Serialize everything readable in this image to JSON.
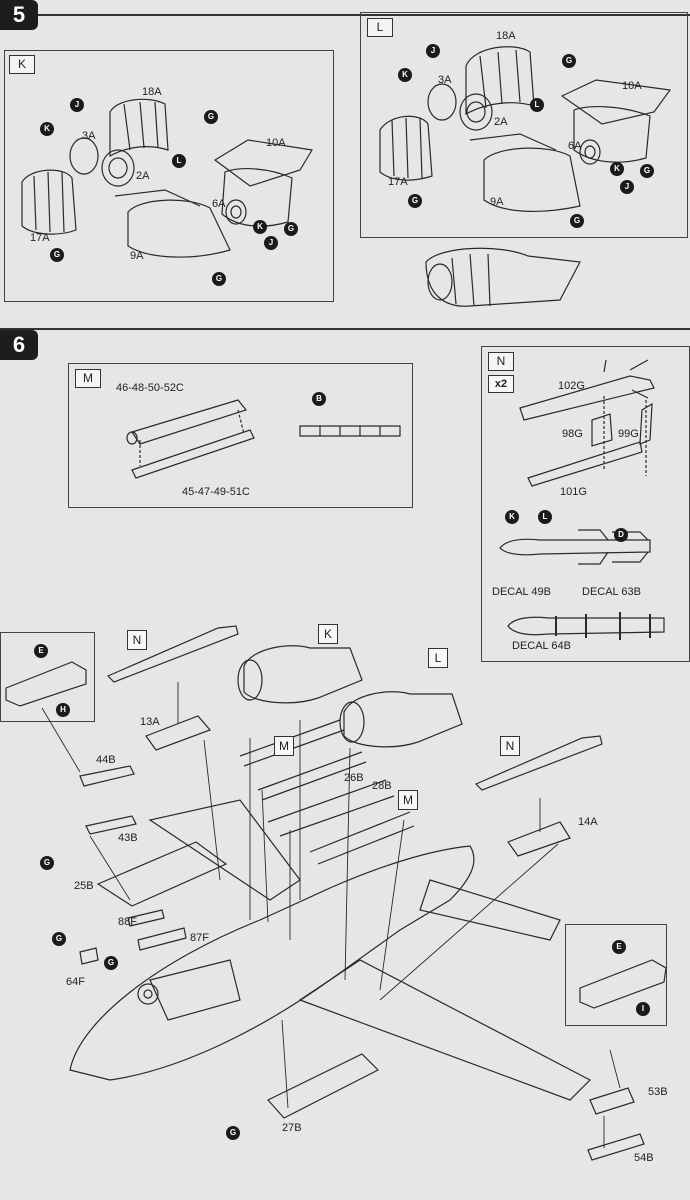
{
  "steps": {
    "step5": "5",
    "step6": "6"
  },
  "subassemblies": {
    "K": "K",
    "L": "L",
    "M": "M",
    "N": "N"
  },
  "multiplier": "x2",
  "callouts": {
    "J": "J",
    "K": "K",
    "L": "L",
    "G": "G",
    "B": "B",
    "D": "D",
    "E": "E",
    "H": "H",
    "I": "I"
  },
  "parts": {
    "p18A": "18A",
    "p3A": "3A",
    "p2A": "2A",
    "p17A": "17A",
    "p9A": "9A",
    "p10A": "10A",
    "p6A": "6A",
    "p46c": "46-48-50-52C",
    "p45c": "45-47-49-51C",
    "p102G": "102G",
    "p98G": "98G",
    "p99G": "99G",
    "p101G": "101G",
    "decal49": "DECAL 49B",
    "decal63": "DECAL 63B",
    "decal64": "DECAL 64B",
    "p13A": "13A",
    "p14A": "14A",
    "p44B": "44B",
    "p43B": "43B",
    "p25B": "25B",
    "p26B": "26B",
    "p28B": "28B",
    "p27B": "27B",
    "p88F": "88F",
    "p87F": "87F",
    "p64F": "64F",
    "p53B": "53B",
    "p54B": "54B"
  }
}
